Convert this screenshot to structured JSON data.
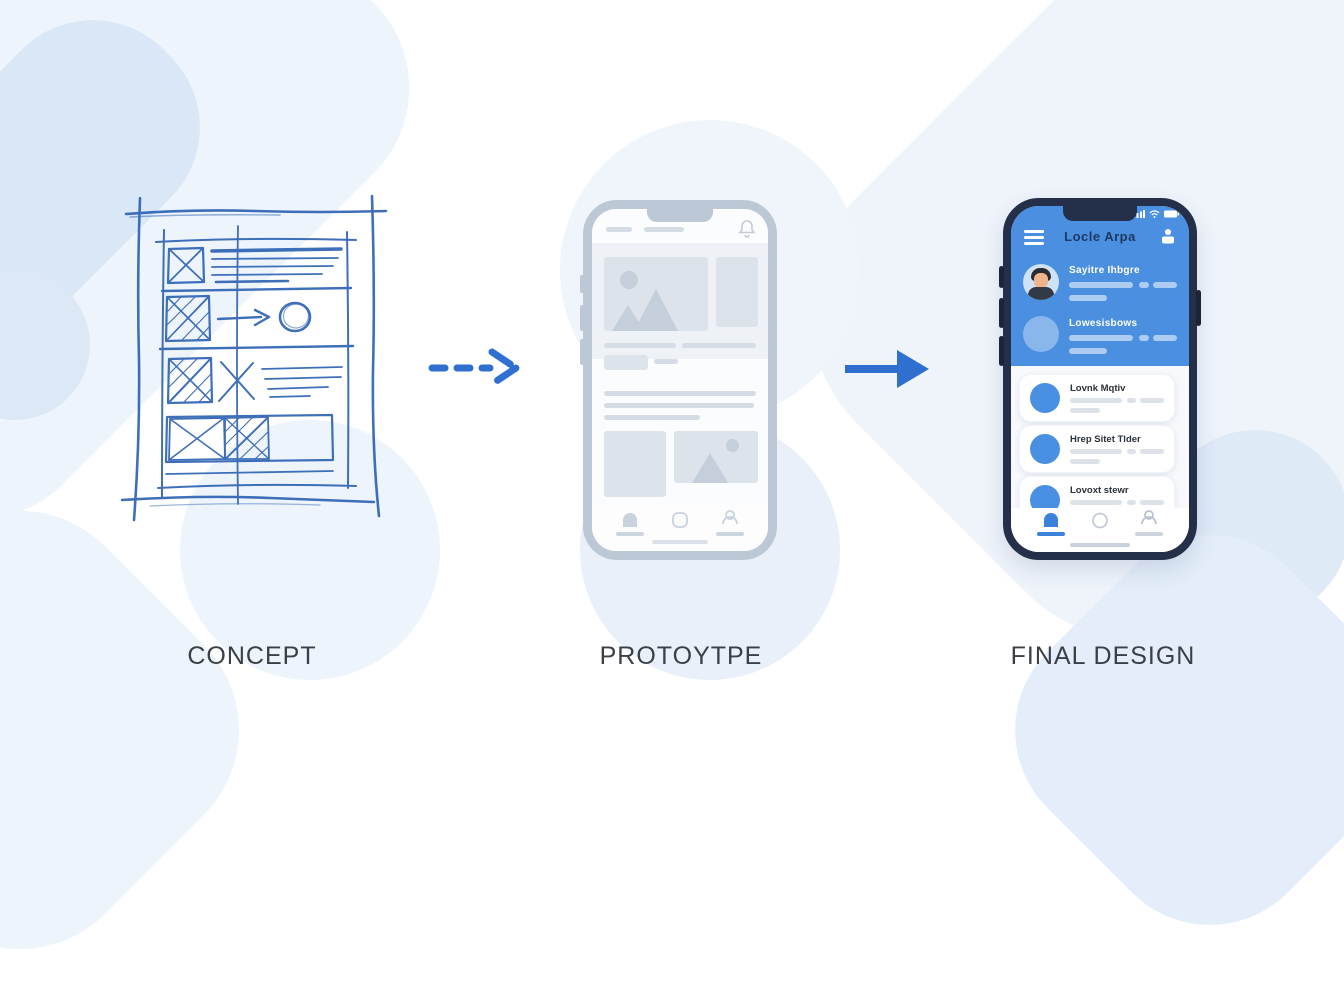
{
  "stages": [
    {
      "label": "CONCEPT"
    },
    {
      "label": "PROTOYTPE"
    },
    {
      "label": "FINAL DESIGN"
    }
  ],
  "arrows": [
    {
      "style": "dashed",
      "direction": "right"
    },
    {
      "style": "solid",
      "direction": "right"
    }
  ],
  "final_app": {
    "title": "Locle Arpa",
    "profile_rows": [
      {
        "title": "Sayitre Ihbgre"
      },
      {
        "title": "Lowesisbows"
      }
    ],
    "cards": [
      {
        "title": "Lovnk Mqtiv"
      },
      {
        "title": "Hrep Sitet Tlder"
      },
      {
        "title": "Lovoxt stewr"
      }
    ]
  },
  "icons": {
    "sketch": "hand-drawn-wireframe",
    "prototype_header": "bell-icon",
    "prototype_nav": [
      "home-icon",
      "square-icon",
      "person-icon"
    ],
    "final_header_left": "hamburger-menu-icon",
    "final_header_right": "user-icon",
    "final_status": [
      "signal-icon",
      "wifi-icon",
      "battery-icon"
    ],
    "final_nav": [
      "home-icon",
      "circle-icon",
      "person-icon"
    ]
  },
  "colors": {
    "accent_blue": "#2e6fd0",
    "sketch_ink": "#2f63b4",
    "final_header_blue": "#4a8fe0",
    "final_frame_dark": "#24304a",
    "prototype_gray": "#bdc8d6",
    "card_circle_blue": "#4a90e2",
    "label_text": "#3b4046",
    "background_shape_blue": "#dce8f6"
  }
}
